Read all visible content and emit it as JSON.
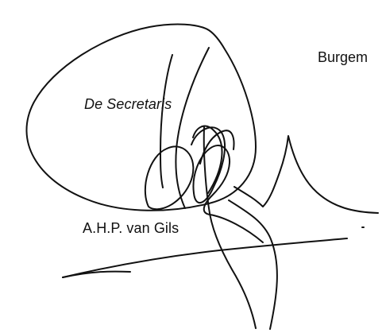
{
  "signatory": {
    "title": "De Secretaris",
    "name": "A.H.P. van Gils"
  },
  "right_column": {
    "truncated_title": "Burgem"
  }
}
